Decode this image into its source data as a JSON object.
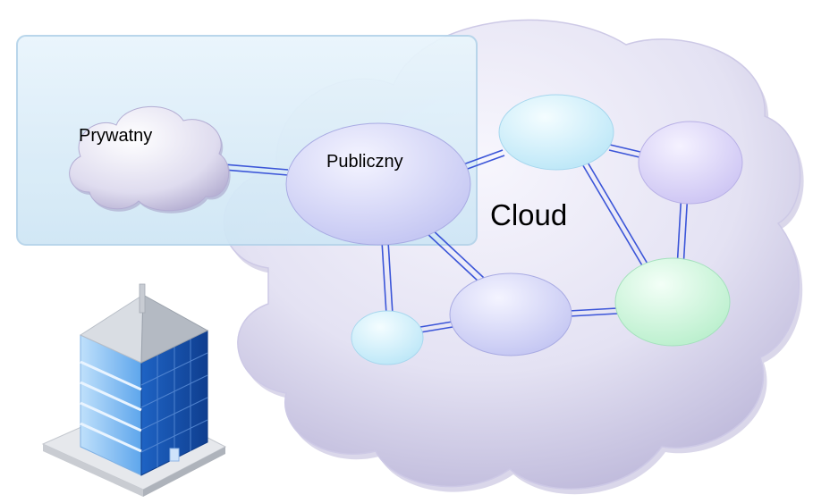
{
  "labels": {
    "private": "Prywatny",
    "public": "Publiczny",
    "cloud": "Cloud"
  },
  "colors": {
    "cloud_fill": "#e6e4f4",
    "cloud_shadow": "#b9b4d8",
    "panel_fill": "#d7ebf7",
    "panel_border": "#a9cbe6",
    "link": "#3a4fd6",
    "node_cyan": "#d6f2fb",
    "node_violet": "#dcdcfb",
    "node_green": "#d4f8e0",
    "building_glass": "#2b6cc8"
  },
  "icons": [
    "cloud-shape",
    "building-icon",
    "small-private-cloud-icon"
  ]
}
